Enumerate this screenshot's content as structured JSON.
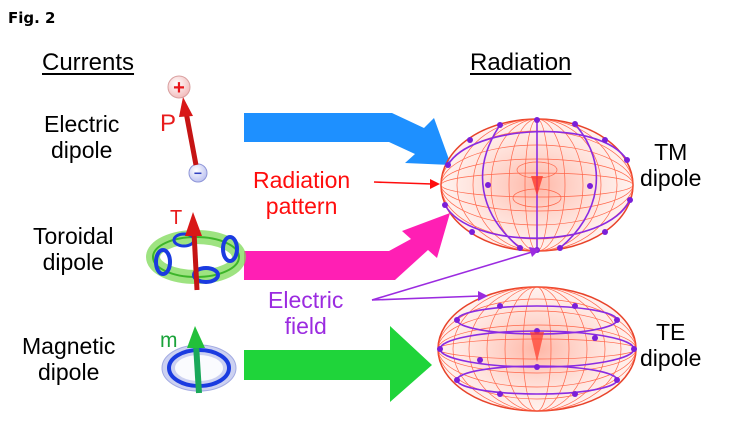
{
  "figure_label": "Fig. 2",
  "headers": {
    "currents": "Currents",
    "radiation": "Radiation"
  },
  "dipoles": [
    {
      "line1": "Electric",
      "line2": "dipole",
      "symbol": "P",
      "arrow_color": "#1e90ff"
    },
    {
      "line1": "Toroidal",
      "line2": "dipole",
      "symbol": "T",
      "arrow_color": "#ff1fb4"
    },
    {
      "line1": "Magnetic",
      "line2": "dipole",
      "symbol": "m",
      "arrow_color": "#1fd43a"
    }
  ],
  "charges": {
    "plus": "+",
    "minus": "−"
  },
  "annotations": {
    "radiation_pattern": {
      "line1": "Radiation",
      "line2": "pattern"
    },
    "electric_field": {
      "line1": "Electric",
      "line2": "field"
    }
  },
  "radiation_types": [
    {
      "line1": "TM",
      "line2": "dipole"
    },
    {
      "line1": "TE",
      "line2": "dipole"
    }
  ],
  "colors": {
    "electric_arrow": "#1e90ff",
    "toroidal_arrow": "#ff1fb4",
    "magnetic_arrow": "#1fd43a",
    "pattern_mesh": "#ff5a3c",
    "field_lines": "#8a2be2",
    "annotation_red": "#ff0d0d",
    "annotation_purple": "#9b2be0"
  }
}
